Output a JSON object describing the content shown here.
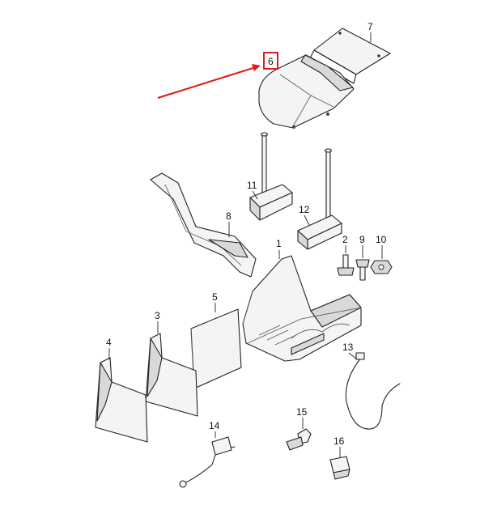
{
  "diagram": {
    "highlight_color": "#e0191b",
    "callouts": [
      {
        "id": "c1",
        "text": "1"
      },
      {
        "id": "c2",
        "text": "2"
      },
      {
        "id": "c3",
        "text": "3"
      },
      {
        "id": "c4",
        "text": "4"
      },
      {
        "id": "c5",
        "text": "5"
      },
      {
        "id": "c6",
        "text": "6"
      },
      {
        "id": "c7",
        "text": "7"
      },
      {
        "id": "c8",
        "text": "8"
      },
      {
        "id": "c9",
        "text": "9"
      },
      {
        "id": "c10",
        "text": "10"
      },
      {
        "id": "c11",
        "text": "11"
      },
      {
        "id": "c12",
        "text": "12"
      },
      {
        "id": "c13",
        "text": "13"
      },
      {
        "id": "c14",
        "text": "14"
      },
      {
        "id": "c15",
        "text": "15"
      },
      {
        "id": "c16",
        "text": "16"
      }
    ]
  }
}
